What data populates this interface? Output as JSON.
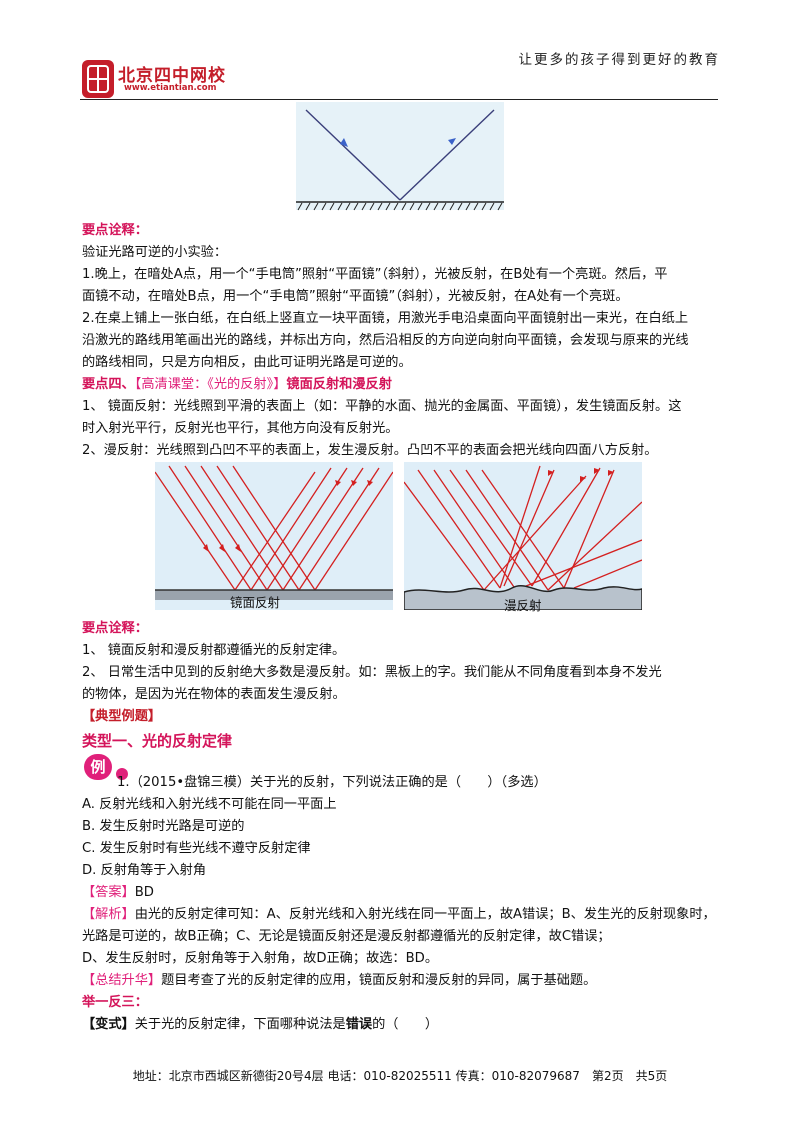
{
  "header": {
    "logo_text": "北京四中网校",
    "logo_url": "www.etiantian.com",
    "slogan": "让更多的孩子得到更好的教育"
  },
  "section1": {
    "title": "要点诠释：",
    "lines": [
      "验证光路可逆的小实验：",
      "1.晚上，在暗处A点，用一个“手电筒”照射“平面镜”（斜射），光被反射，在B处有一个亮斑。然后，平",
      "面镜不动，在暗处B点，用一个“手电筒”照射“平面镜”（斜射），光被反射，在A处有一个亮斑。",
      "2.在桌上铺上一张白纸，在白纸上竖直立一块平面镜，用激光手电沿桌面向平面镜射出一束光，在白纸上",
      "沿激光的路线用笔画出光的路线，并标出方向，然后沿相反的方向逆向射向平面镜，会发现与原来的光线",
      "的路线相同，只是方向相反，由此可证明光路是可逆的。"
    ]
  },
  "section2": {
    "title_prefix": "要点四、",
    "title_link": "【高清课堂：《光的反射》】",
    "title_suffix": "镜面反射和漫反射",
    "lines": [
      "1、 镜面反射：光线照到平滑的表面上（如：平静的水面、抛光的金属面、平面镜），发生镜面反射。这",
      "时入射光平行，反射光也平行，其他方向没有反射光。",
      "2、漫反射：光线照到凸凹不平的表面上，发生漫反射。凸凹不平的表面会把光线向四面八方反射。"
    ],
    "figure_left_label": "镜面反射",
    "figure_right_label": "漫反射"
  },
  "section3": {
    "title": "要点诠释：",
    "lines": [
      "1、 镜面反射和漫反射都遵循光的反射定律。",
      "2、 日常生活中见到的反射绝大多数是漫反射。如：黑板上的字。我们能从不同角度看到本身不发光",
      "的物体，是因为光在物体的表面发生漫反射。"
    ]
  },
  "examples": {
    "title": "【典型例题】",
    "type_title": "类型一、光的反射定律",
    "badge": "例",
    "question": "1.（2015•盘锦三模）关于光的反射，下列说法正确的是（　　）（多选）",
    "options": [
      "A. 反射光线和入射光线不可能在同一平面上",
      "B. 发生反射时光路是可逆的",
      "C. 发生反射时有些光线不遵守反射定律",
      "D. 反射角等于入射角"
    ],
    "answer_label": "【答案】",
    "answer": "BD",
    "analysis_label": "【解析】",
    "analysis_lines": [
      "由光的反射定律可知：A、反射光线和入射光线在同一平面上，故A错误；B、发生光的反射现象时，",
      "光路是可逆的，故B正确；C、无论是镜面反射还是漫反射都遵循光的反射定律，故C错误；",
      "D、发生反射时，反射角等于入射角，故D正确；故选：BD。"
    ],
    "summary_label": "【总结升华】",
    "summary": "题目考查了光的反射定律的应用，镜面反射和漫反射的异同，属于基础题。",
    "practice_title": "举一反三：",
    "variant_label": "【变式】",
    "variant_prefix": "关于光的反射定律，下面哪种说法是",
    "variant_emph": "错误",
    "variant_suffix": "的（　　）"
  },
  "footer": {
    "text": "地址：北京市西城区新德街20号4层 电话：010-82025511 传真：010-82079687　第2页　共5页"
  }
}
